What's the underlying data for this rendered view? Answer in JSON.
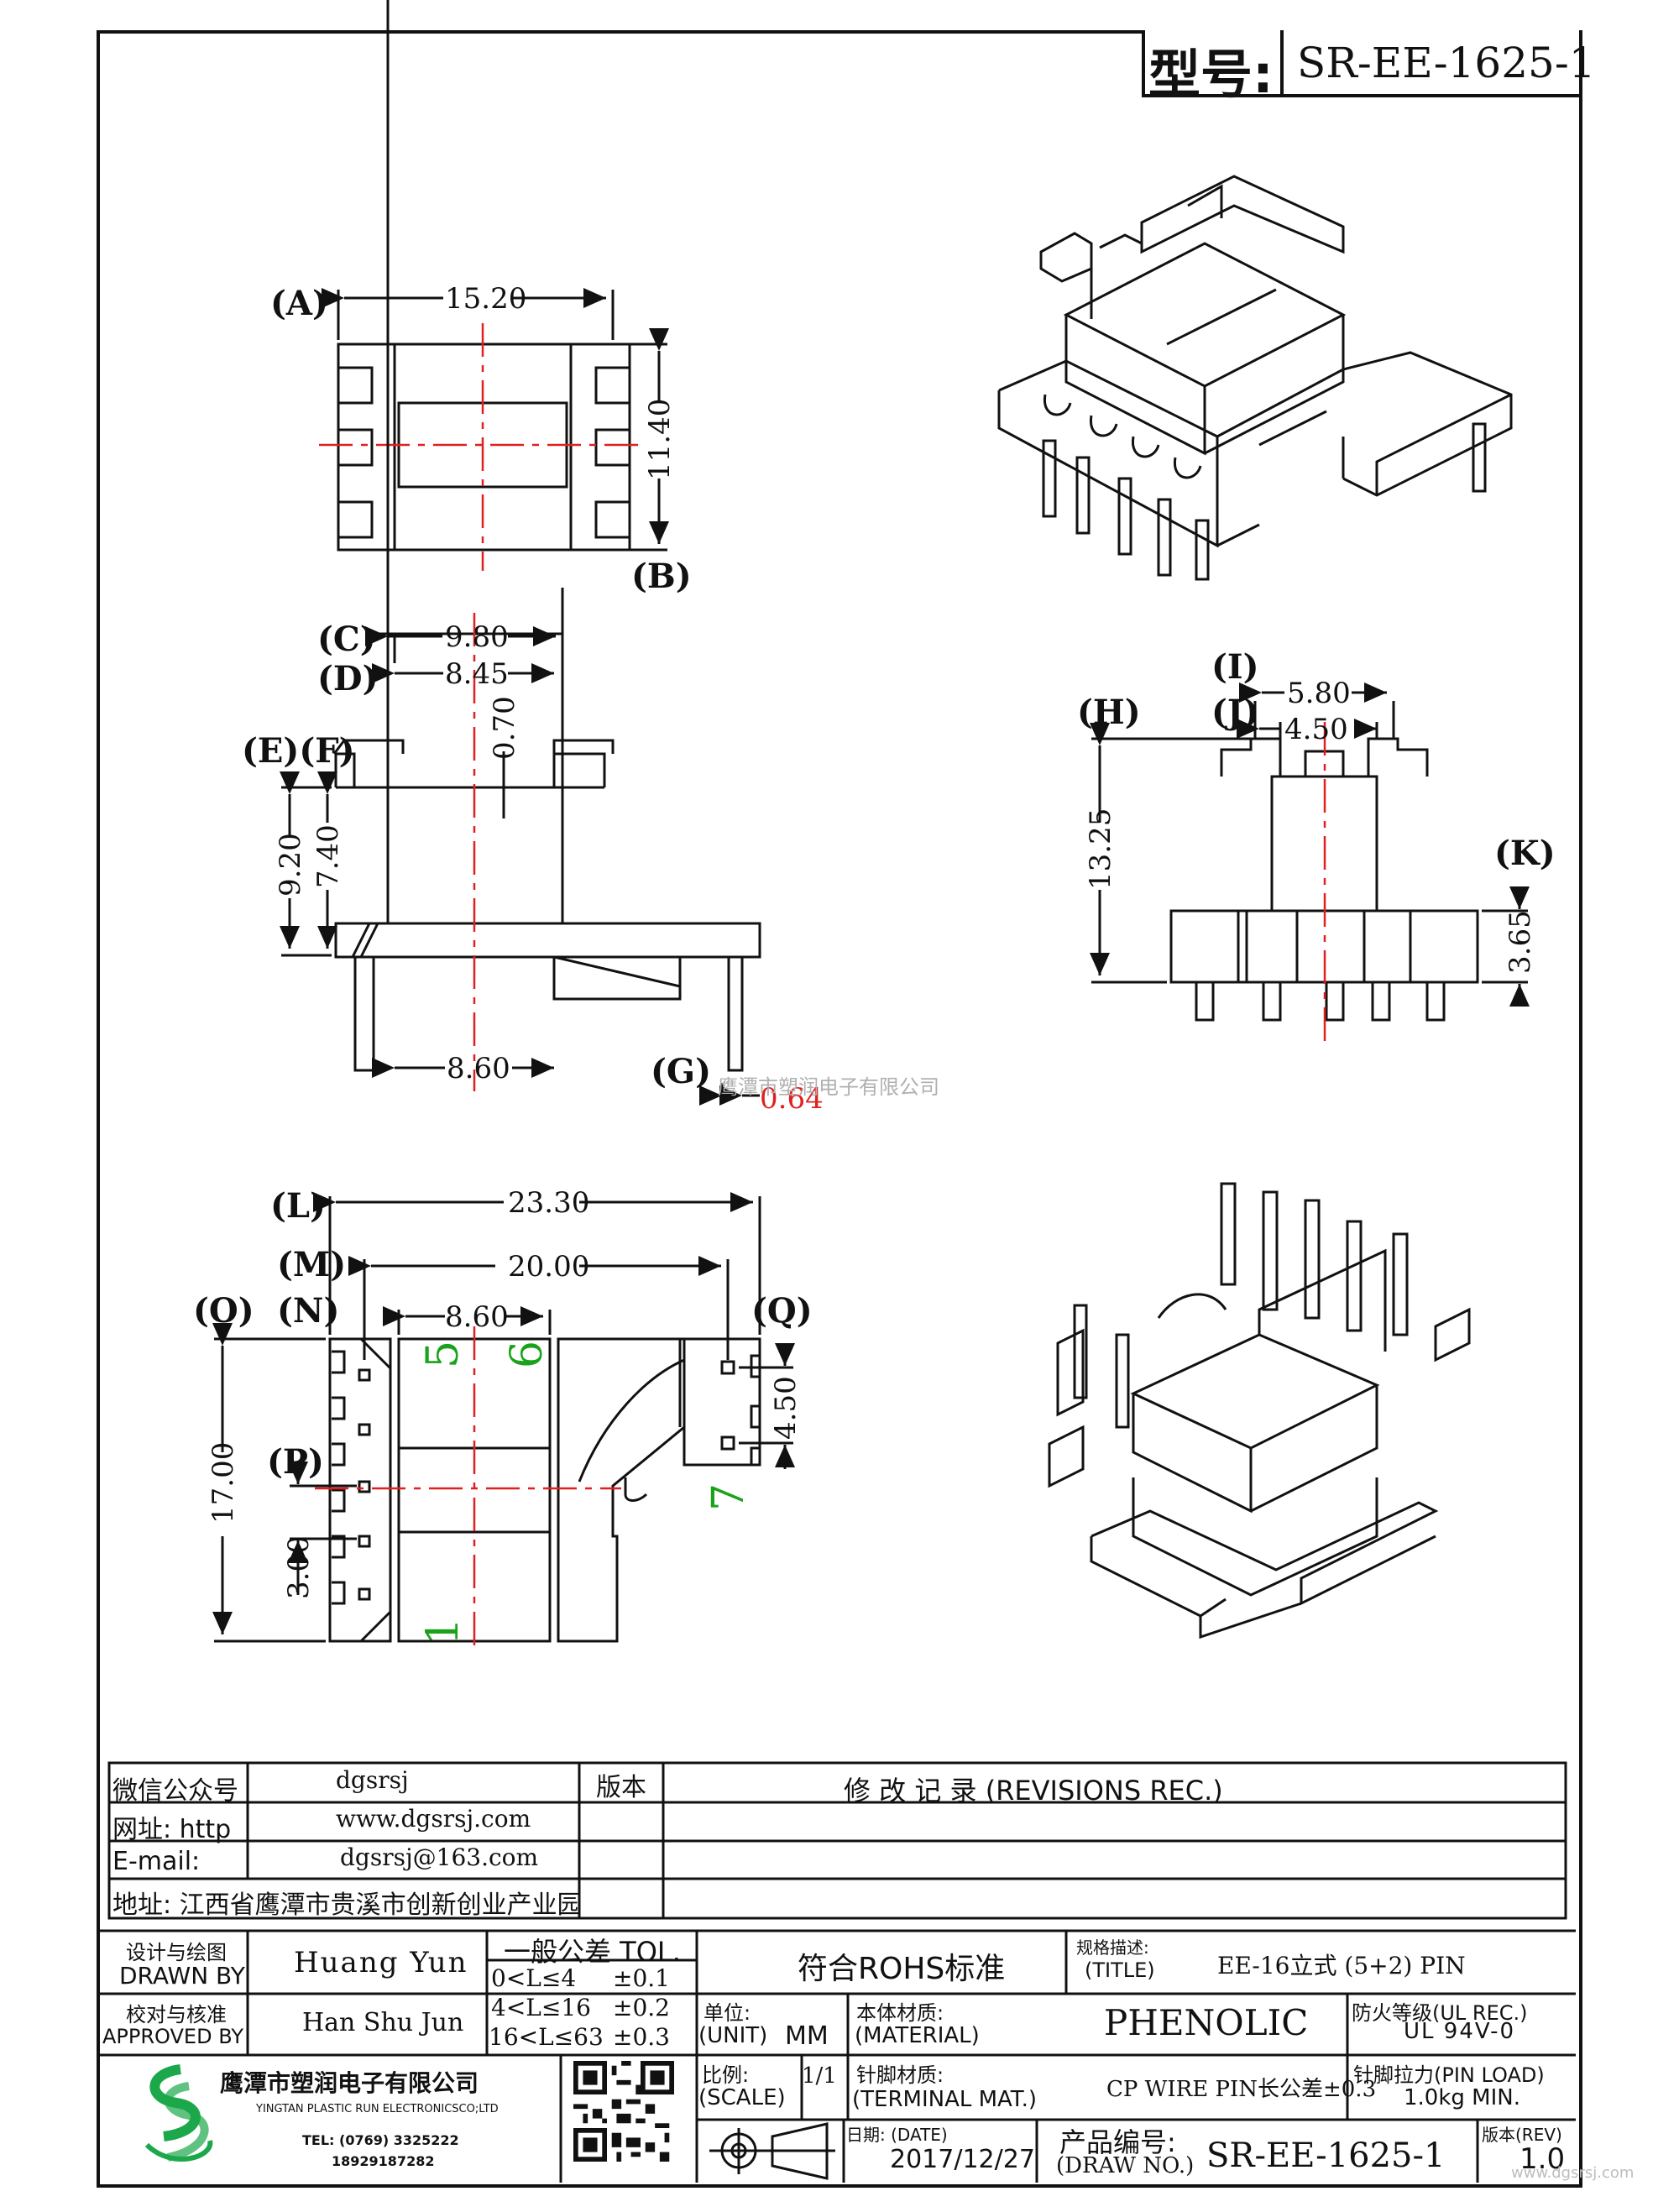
{
  "model": {
    "label": "型号:",
    "value": "SR-EE-1625-1"
  },
  "top_view": {
    "dims": {
      "a": "15.20",
      "b": "11.40"
    },
    "labels": {
      "a": "(A)",
      "b": "(B)"
    }
  },
  "front_view": {
    "dims": {
      "c": "9.80",
      "d": "8.45",
      "e": "0.70",
      "f": "9.20",
      "g": "7.40",
      "h": "8.60",
      "i": "0.64"
    },
    "labels": {
      "c": "(C)",
      "d": "(D)",
      "ef": "(E)(F)",
      "g": "(G)"
    }
  },
  "side_view": {
    "dims": {
      "w1": "5.80",
      "w2": "4.50",
      "h": "13.25",
      "k": "3.65"
    },
    "labels": {
      "h": "(H)",
      "i": "(I)",
      "j": "(J)",
      "k": "(K)"
    }
  },
  "bottom_view": {
    "dims": {
      "l": "23.30",
      "m": "20.00",
      "n": "8.60",
      "o": "17.00",
      "p": "3.00",
      "q": "4.50"
    },
    "labels": {
      "l": "(L)",
      "m": "(M)",
      "n": "(N)",
      "o": "(O)",
      "p": "(P)",
      "q": "(Q)"
    },
    "pins": {
      "p1": "1",
      "p5": "5",
      "p6": "6",
      "p7": "7"
    }
  },
  "watermark": "鹰潭市塑润电子有限公司",
  "contact": {
    "wechat_label": "微信公众号",
    "wechat": "dgsrsj",
    "web_label": "网址: http",
    "web": "www.dgsrsj.com",
    "email_label": "E-mail:",
    "email": "dgsrsj@163.com",
    "address": "地址: 江西省鹰潭市贵溪市创新创业产业园"
  },
  "revisions": {
    "version_label": "版本",
    "title": "修 改 记 录  (REVISIONS REC.)"
  },
  "title_block": {
    "designer_label_cn": "设计与绘图",
    "designer_label_en": "DRAWN BY",
    "designer": "Huang Yun",
    "checker_label_cn": "校对与核准",
    "checker_label_en": "APPROVED BY",
    "checker": "Han Shu Jun",
    "tol_title": "一般公差 TOL.",
    "tol": [
      {
        "range": "0<L≤4",
        "value": "±0.1"
      },
      {
        "range": "4<L≤16",
        "value": "±0.2"
      },
      {
        "range": "16<L≤63",
        "value": "±0.3"
      }
    ],
    "rohs": "符合ROHS标准",
    "spec_label_cn": "规格描述:",
    "spec_label_en": "(TITLE)",
    "spec": "EE-16立式 (5+2) PIN",
    "unit_label_cn": "单位:",
    "unit_label_en": "(UNIT)",
    "unit": "MM",
    "material_label_cn": "本体材质:",
    "material_label_en": "(MATERIAL)",
    "material": "PHENOLIC",
    "fire_label": "防火等级(UL REC.)",
    "fire": "UL 94V-0",
    "scale_label_cn": "比例:",
    "scale_label_en": "(SCALE)",
    "scale": "1/1",
    "terminal_label_cn": "针脚材质:",
    "terminal_label_en": "(TERMINAL MAT.)",
    "terminal": "CP WIRE  PIN长公差±0.3",
    "pinload_label": "针脚拉力(PIN LOAD)",
    "pinload": "1.0kg MIN.",
    "date_label": "日期: (DATE)",
    "date": "2017/12/27",
    "drawno_label_cn": "产品编号:",
    "drawno_label_en": "(DRAW NO.)",
    "drawno": "SR-EE-1625-1",
    "rev_label": "版本(REV)",
    "rev": "1.0"
  },
  "company": {
    "name": "鹰潭市塑润电子有限公司",
    "name_en": "YINGTAN PLASTIC RUN ELECTRONICSCO;LTD",
    "tel": "TEL: (0769) 3325222",
    "mobile": "18929187282"
  },
  "site": "www.dgsrsj.com",
  "colors": {
    "line": "#111111",
    "center": "#e02020",
    "pin_label": "#1aa31a",
    "logo": "#1ca84a"
  }
}
